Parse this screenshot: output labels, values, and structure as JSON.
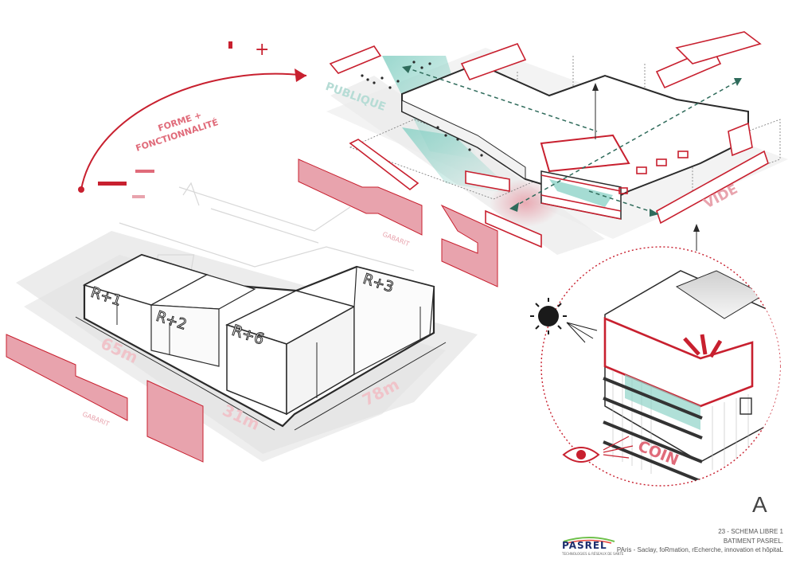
{
  "labels": {
    "forme": "FORME +",
    "fonctionnalite": "FONCTIONNALITÉ",
    "publique": "PUBLIQUE",
    "vide": "VIDE",
    "coin": "COIN",
    "gabarit": "GABARIT",
    "r1": "R+1",
    "r2": "R+2",
    "r3": "R+3",
    "r6": "R+6",
    "dim_65": "65m",
    "dim_31": "31m",
    "dim_78": "78m",
    "plus": "+",
    "minus": "−"
  },
  "plate": "A",
  "title_block": {
    "line1": "23 - SCHEMA LIBRE 1",
    "line2": "BATIMENT PASREL.",
    "line3": "PAris - Saclay, foRmation, rEcherche, innovation et hôpitaL"
  },
  "logo": {
    "name": "PASREL",
    "tagline": "TECHNOLOGIES & RÉSEAUX DE SANTÉ"
  },
  "colors": {
    "accent": "#c8202f",
    "accent_fill": "#e8a3ad",
    "teal": "#8fd3c8",
    "line": "#3a3a3a",
    "ground": "#e6e6e6"
  }
}
